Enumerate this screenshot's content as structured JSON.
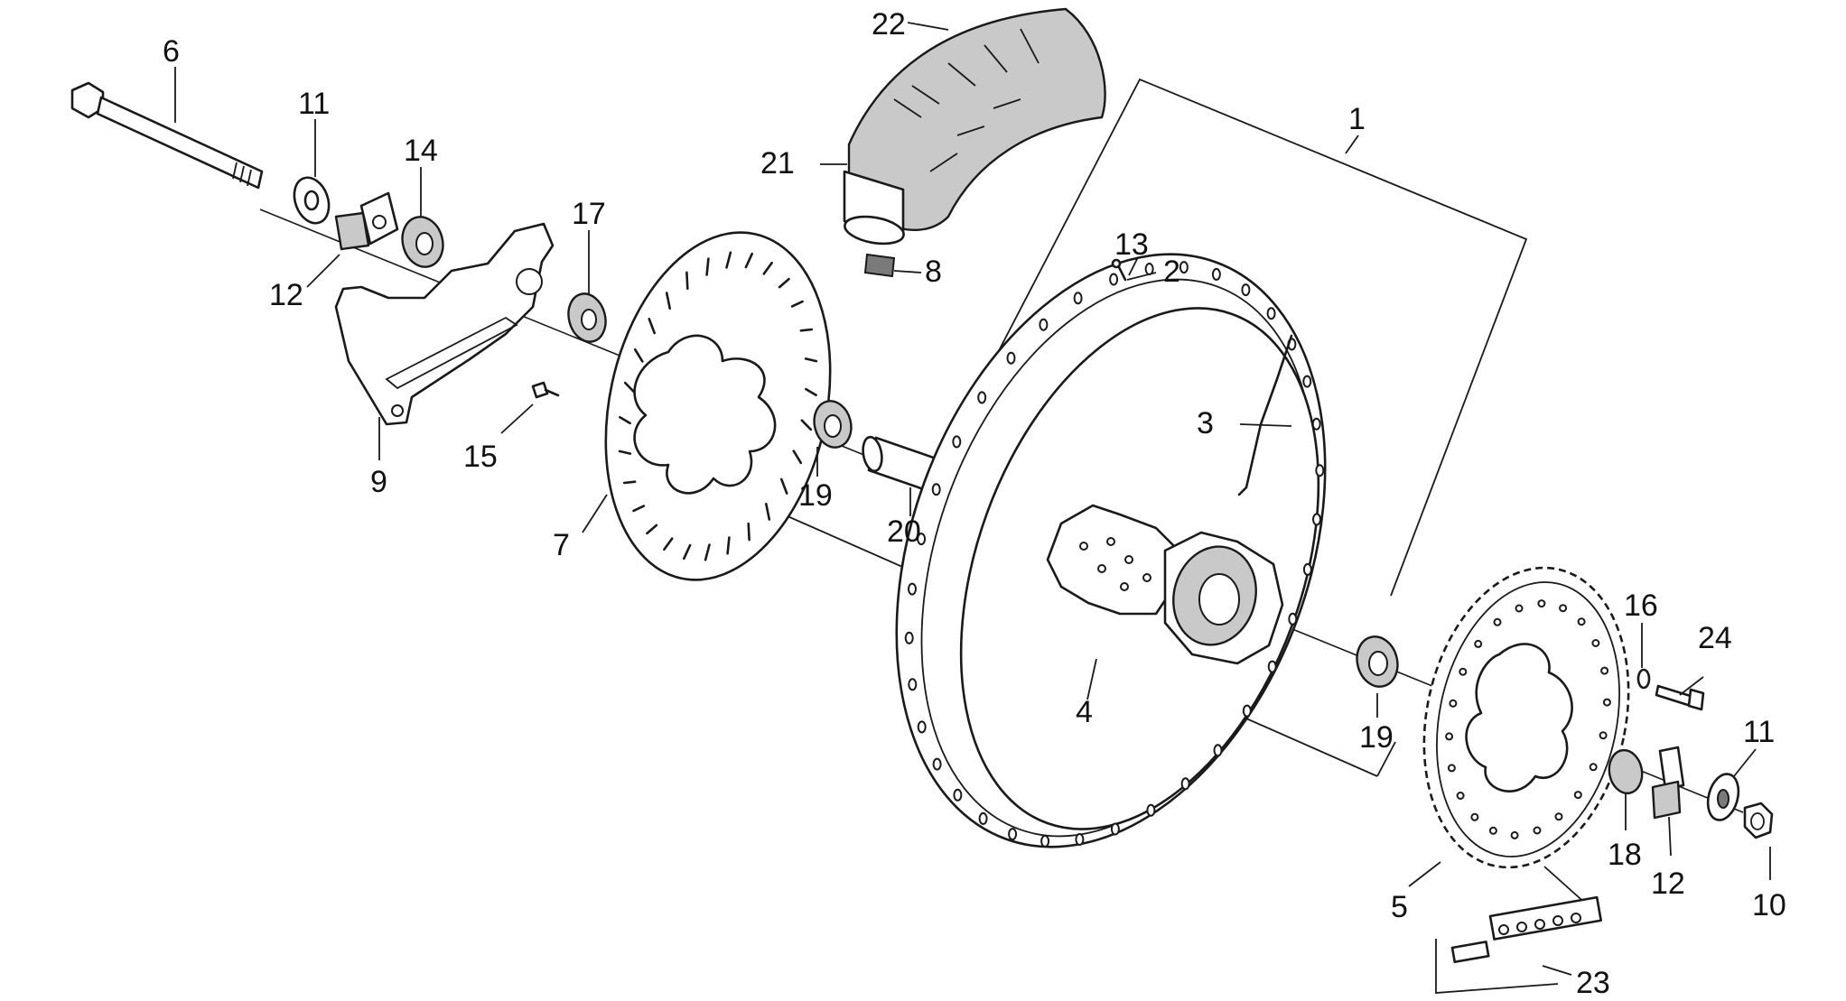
{
  "diagram": {
    "part_labels": {
      "l1": "1",
      "l2": "2",
      "l3": "3",
      "l4": "4",
      "l5": "5",
      "l6": "6",
      "l7": "7",
      "l8": "8",
      "l9": "9",
      "l10": "10",
      "l11a": "11",
      "l11b": "11",
      "l12a": "12",
      "l12b": "12",
      "l13": "13",
      "l14": "14",
      "l15": "15",
      "l16": "16",
      "l17": "17",
      "l18": "18",
      "l19a": "19",
      "l19b": "19",
      "l20": "20",
      "l21": "21",
      "l22": "22",
      "l23": "23",
      "l24": "24"
    }
  }
}
